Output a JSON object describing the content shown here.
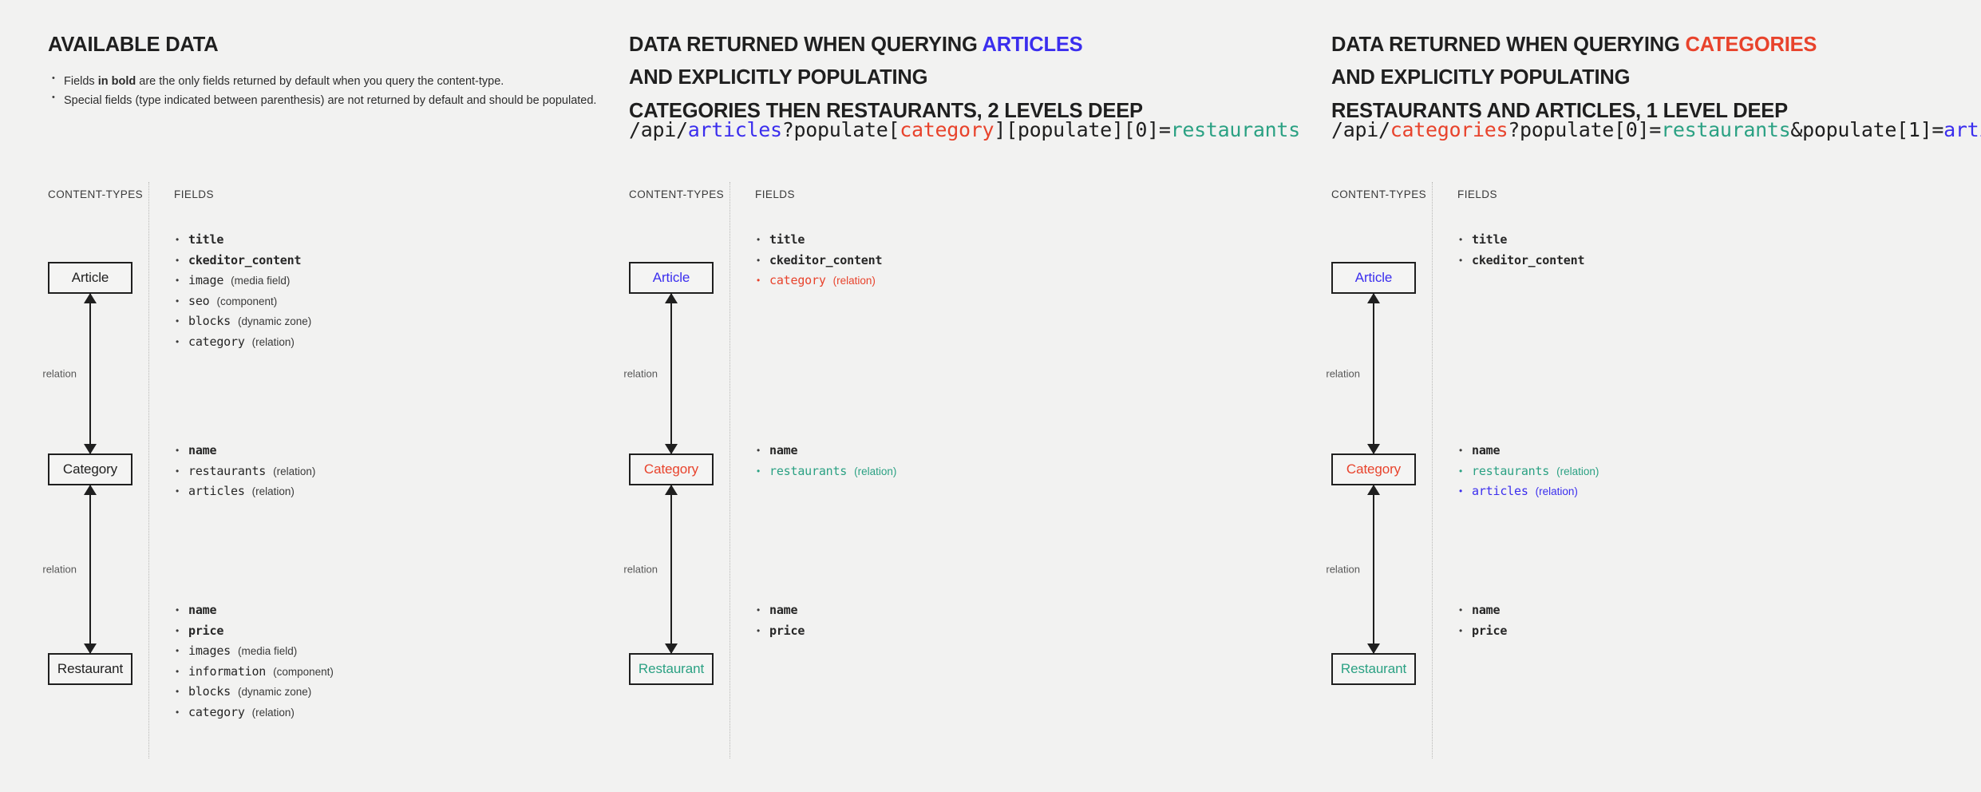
{
  "colors": {
    "background": "#f2f2f1",
    "blue": "#3b2eee",
    "red": "#e8432c",
    "teal": "#2ba183",
    "ink": "#1f1f1f",
    "muted": "#585858"
  },
  "column_headers": {
    "content_types": "CONTENT-TYPES",
    "fields": "FIELDS"
  },
  "relation_label": "relation",
  "panels": [
    {
      "id": "available-data",
      "title_lines": [
        [
          {
            "text": "AVAILABLE DATA",
            "color": "ink"
          }
        ]
      ],
      "notes": [
        "Fields |in bold| are the only fields returned by default when you query the content-type.",
        "Special fields (type indicated between parenthesis) are not returned by default and should be populated."
      ],
      "url": [],
      "nodes": [
        {
          "label": "Article",
          "color": "ink"
        },
        {
          "label": "Category",
          "color": "ink"
        },
        {
          "label": "Restaurant",
          "color": "ink"
        }
      ],
      "field_groups": [
        {
          "for": "Article",
          "rows": [
            {
              "name": "title",
              "type": "",
              "bold": true,
              "color": "ink"
            },
            {
              "name": "ckeditor_content",
              "type": "",
              "bold": true,
              "color": "ink"
            },
            {
              "name": "image",
              "type": "(media field)",
              "bold": false,
              "color": "ink"
            },
            {
              "name": "seo",
              "type": "(component)",
              "bold": false,
              "color": "ink"
            },
            {
              "name": "blocks",
              "type": "(dynamic zone)",
              "bold": false,
              "color": "ink"
            },
            {
              "name": "category",
              "type": "(relation)",
              "bold": false,
              "color": "ink"
            }
          ]
        },
        {
          "for": "Category",
          "rows": [
            {
              "name": "name",
              "type": "",
              "bold": true,
              "color": "ink"
            },
            {
              "name": "restaurants",
              "type": "(relation)",
              "bold": false,
              "color": "ink"
            },
            {
              "name": "articles",
              "type": "(relation)",
              "bold": false,
              "color": "ink"
            }
          ]
        },
        {
          "for": "Restaurant",
          "rows": [
            {
              "name": "name",
              "type": "",
              "bold": true,
              "color": "ink"
            },
            {
              "name": "price",
              "type": "",
              "bold": true,
              "color": "ink"
            },
            {
              "name": "images",
              "type": "(media field)",
              "bold": false,
              "color": "ink"
            },
            {
              "name": "information",
              "type": "(component)",
              "bold": false,
              "color": "ink"
            },
            {
              "name": "blocks",
              "type": "(dynamic zone)",
              "bold": false,
              "color": "ink"
            },
            {
              "name": "category",
              "type": "(relation)",
              "bold": false,
              "color": "ink"
            }
          ]
        }
      ]
    },
    {
      "id": "querying-articles",
      "title_lines": [
        [
          {
            "text": "DATA RETURNED WHEN QUERYING ",
            "color": "ink"
          },
          {
            "text": "ARTICLES",
            "color": "blue"
          }
        ],
        [
          {
            "text": "AND EXPLICITLY POPULATING",
            "color": "ink"
          }
        ],
        [
          {
            "text": "CATEGORIES THEN RESTAURANTS, 2 LEVELS DEEP",
            "color": "ink"
          }
        ]
      ],
      "notes": [],
      "url": [
        {
          "text": "/api/",
          "color": "ink"
        },
        {
          "text": "articles",
          "color": "blue"
        },
        {
          "text": "?populate[",
          "color": "ink"
        },
        {
          "text": "category",
          "color": "red"
        },
        {
          "text": "][populate][0]=",
          "color": "ink"
        },
        {
          "text": "restaurants",
          "color": "teal"
        }
      ],
      "nodes": [
        {
          "label": "Article",
          "color": "blue"
        },
        {
          "label": "Category",
          "color": "red"
        },
        {
          "label": "Restaurant",
          "color": "teal"
        }
      ],
      "field_groups": [
        {
          "for": "Article",
          "rows": [
            {
              "name": "title",
              "type": "",
              "bold": true,
              "color": "ink"
            },
            {
              "name": "ckeditor_content",
              "type": "",
              "bold": true,
              "color": "ink"
            },
            {
              "name": "category",
              "type": "(relation)",
              "bold": false,
              "color": "red"
            }
          ]
        },
        {
          "for": "Category",
          "rows": [
            {
              "name": "name",
              "type": "",
              "bold": true,
              "color": "ink"
            },
            {
              "name": "restaurants",
              "type": "(relation)",
              "bold": false,
              "color": "teal"
            }
          ]
        },
        {
          "for": "Restaurant",
          "rows": [
            {
              "name": "name",
              "type": "",
              "bold": true,
              "color": "ink"
            },
            {
              "name": "price",
              "type": "",
              "bold": true,
              "color": "ink"
            }
          ]
        }
      ]
    },
    {
      "id": "querying-categories",
      "title_lines": [
        [
          {
            "text": "DATA RETURNED WHEN QUERYING ",
            "color": "ink"
          },
          {
            "text": "CATEGORIES",
            "color": "red"
          }
        ],
        [
          {
            "text": "AND EXPLICITLY POPULATING",
            "color": "ink"
          }
        ],
        [
          {
            "text": "RESTAURANTS AND ARTICLES, 1 LEVEL DEEP",
            "color": "ink"
          }
        ]
      ],
      "notes": [],
      "url": [
        {
          "text": "/api/",
          "color": "ink"
        },
        {
          "text": "categories",
          "color": "red"
        },
        {
          "text": "?populate[0]=",
          "color": "ink"
        },
        {
          "text": "restaurants",
          "color": "teal"
        },
        {
          "text": "&populate[1]=",
          "color": "ink"
        },
        {
          "text": "articles",
          "color": "blue"
        }
      ],
      "nodes": [
        {
          "label": "Article",
          "color": "blue"
        },
        {
          "label": "Category",
          "color": "red"
        },
        {
          "label": "Restaurant",
          "color": "teal"
        }
      ],
      "field_groups": [
        {
          "for": "Article",
          "rows": [
            {
              "name": "title",
              "type": "",
              "bold": true,
              "color": "ink"
            },
            {
              "name": "ckeditor_content",
              "type": "",
              "bold": true,
              "color": "ink"
            }
          ]
        },
        {
          "for": "Category",
          "rows": [
            {
              "name": "name",
              "type": "",
              "bold": true,
              "color": "ink"
            },
            {
              "name": "restaurants",
              "type": "(relation)",
              "bold": false,
              "color": "teal"
            },
            {
              "name": "articles",
              "type": "(relation)",
              "bold": false,
              "color": "blue"
            }
          ]
        },
        {
          "for": "Restaurant",
          "rows": [
            {
              "name": "name",
              "type": "",
              "bold": true,
              "color": "ink"
            },
            {
              "name": "price",
              "type": "",
              "bold": true,
              "color": "ink"
            }
          ]
        }
      ]
    }
  ]
}
